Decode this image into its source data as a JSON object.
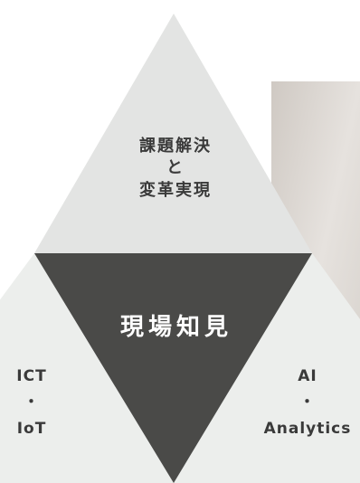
{
  "diagram": {
    "top": {
      "lines": [
        "課題解決",
        "と",
        "変革実現"
      ]
    },
    "center": {
      "label": "現場知見"
    },
    "left": {
      "lines": [
        "ICT",
        "・",
        "IoT"
      ]
    },
    "right": {
      "lines": [
        "AI",
        "・",
        "Analytics"
      ]
    }
  },
  "colors": {
    "top_triangle": "#e3e4e3",
    "center_triangle": "#4a4a48",
    "side_triangles": "#eceeec",
    "photo_background": "#ddd9d4",
    "text_dark": "#3a3a3a",
    "text_light": "#ffffff"
  }
}
